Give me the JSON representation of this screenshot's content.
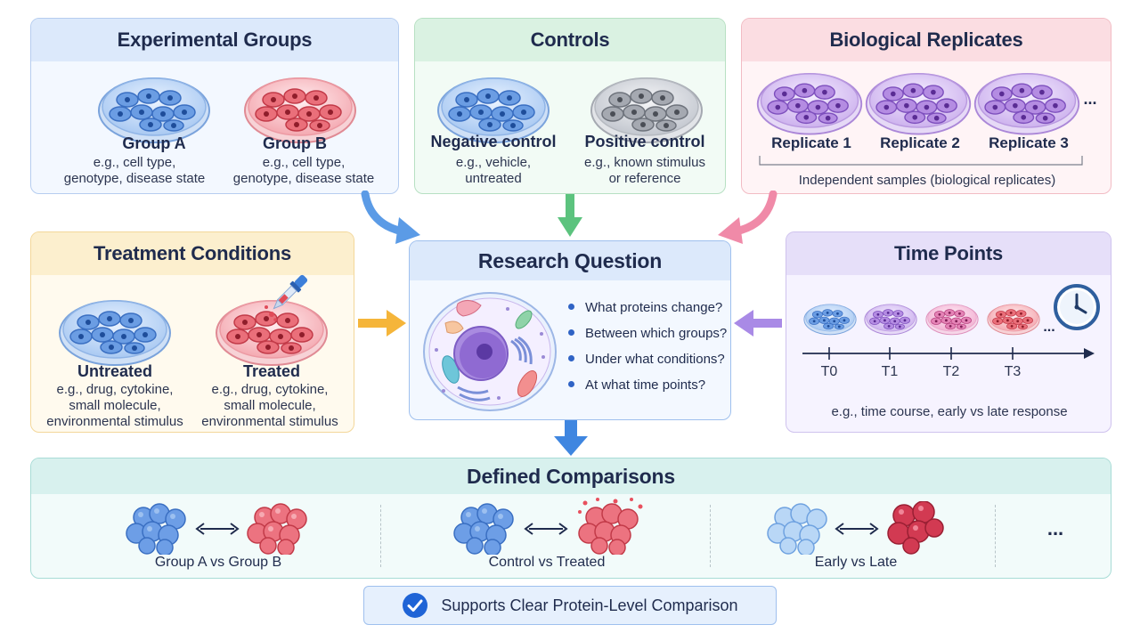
{
  "experimental_groups": {
    "title": "Experimental Groups",
    "group_a": {
      "label": "Group A",
      "desc_line1": "e.g., cell type,",
      "desc_line2": "genotype, disease state"
    },
    "group_b": {
      "label": "Group B",
      "desc_line1": "e.g., cell type,",
      "desc_line2": "genotype, disease state"
    }
  },
  "controls": {
    "title": "Controls",
    "negative": {
      "label": "Negative control",
      "desc_line1": "e.g., vehicle,",
      "desc_line2": "untreated"
    },
    "positive": {
      "label": "Positive control",
      "desc_line1": "e.g., known stimulus",
      "desc_line2": "or reference"
    }
  },
  "biological_replicates": {
    "title": "Biological Replicates",
    "replicates": [
      "Replicate 1",
      "Replicate 2",
      "Replicate 3"
    ],
    "ellipsis": "...",
    "caption": "Independent samples (biological replicates)"
  },
  "treatment_conditions": {
    "title": "Treatment Conditions",
    "untreated": {
      "label": "Untreated",
      "desc_line1": "e.g., drug, cytokine,",
      "desc_line2": "small molecule,",
      "desc_line3": "environmental stimulus"
    },
    "treated": {
      "label": "Treated",
      "desc_line1": "e.g., drug, cytokine,",
      "desc_line2": "small molecule,",
      "desc_line3": "environmental stimulus"
    }
  },
  "research_question": {
    "title": "Research Question",
    "questions": [
      "What proteins change?",
      "Between which groups?",
      "Under what conditions?",
      "At what time points?"
    ]
  },
  "time_points": {
    "title": "Time Points",
    "points": [
      "T0",
      "T1",
      "T2",
      "T3"
    ],
    "ellipsis": "...",
    "caption": "e.g., time course, early vs late response"
  },
  "defined_comparisons": {
    "title": "Defined Comparisons",
    "comparisons": [
      "Group A vs Group B",
      "Control vs Treated",
      "Early vs Late"
    ],
    "more": "..."
  },
  "footer": {
    "label": "Supports Clear Protein-Level Comparison"
  },
  "colors": {
    "blue": "#4a86d8",
    "red": "#e0505e",
    "gray": "#8a8f99",
    "purple": "#9b6fd0",
    "pink": "#d85a9a",
    "green": "#5bbf7a",
    "orange": "#f5b53a"
  }
}
